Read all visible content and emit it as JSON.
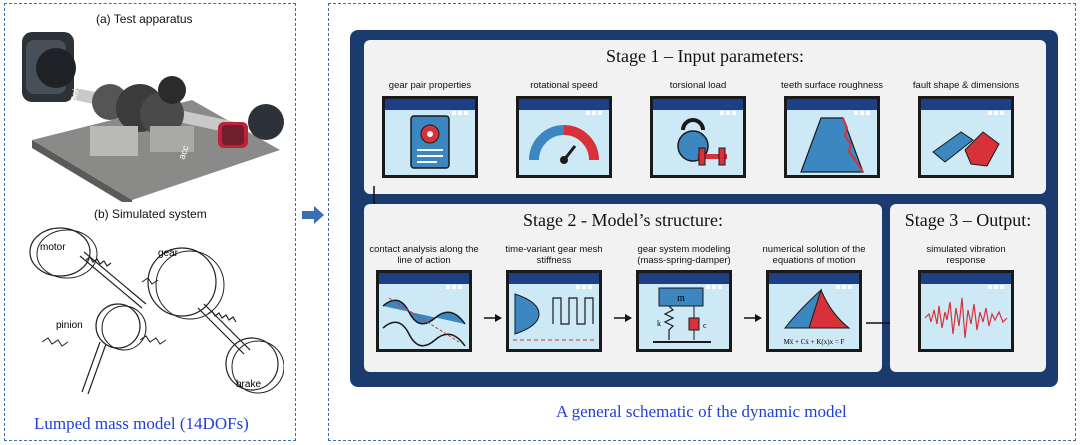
{
  "left_panel": {
    "caption_a": "(a) Test apparatus",
    "caption_b": "(b) Simulated system",
    "footer": "Lumped mass model (14DOFs)",
    "photo_labels": [
      "tach",
      "acc"
    ],
    "sketch_labels": [
      "motor",
      "gear",
      "pinion",
      "brake"
    ]
  },
  "right_panel": {
    "footer": "A general schematic of the dynamic model"
  },
  "stage1": {
    "title": "Stage 1 – Input parameters:",
    "cards": [
      {
        "label": "gear pair properties",
        "icon": "gear-document-icon"
      },
      {
        "label": "rotational speed",
        "icon": "speedometer-icon"
      },
      {
        "label": "torsional load",
        "icon": "kettlebell-dumbbell-icon"
      },
      {
        "label": "teeth surface roughness",
        "icon": "tooth-profile-icon"
      },
      {
        "label": "fault shape & dimensions",
        "icon": "fault-geometry-icon"
      }
    ]
  },
  "stage2": {
    "title": "Stage 2 - Model’s structure:",
    "cards": [
      {
        "label": "contact analysis along the line of action",
        "icon": "gear-mesh-contact-icon"
      },
      {
        "label": "time-variant gear mesh stiffness",
        "icon": "mesh-stiffness-icon"
      },
      {
        "label": "gear system modeling (mass-spring-damper)",
        "icon": "mass-spring-damper-icon",
        "mass_label": "m",
        "spring_label": "k",
        "damper_label": "c"
      },
      {
        "label": "numerical solution of the equations of motion",
        "icon": "surface-plot-icon",
        "equation": "Mẍ + Cẋ + K(x)x = F"
      }
    ]
  },
  "stage3": {
    "title": "Stage 3 – Output:",
    "cards": [
      {
        "label": "simulated vibration response",
        "icon": "vibration-signal-icon"
      }
    ]
  },
  "colors": {
    "navy": "#1b3a6e",
    "window_bar": "#1c3f86",
    "window_bg": "#cde9f6",
    "accent_red": "#d8313a",
    "accent_blue": "#2f7fb5",
    "caption_blue": "#1f3fd6"
  }
}
